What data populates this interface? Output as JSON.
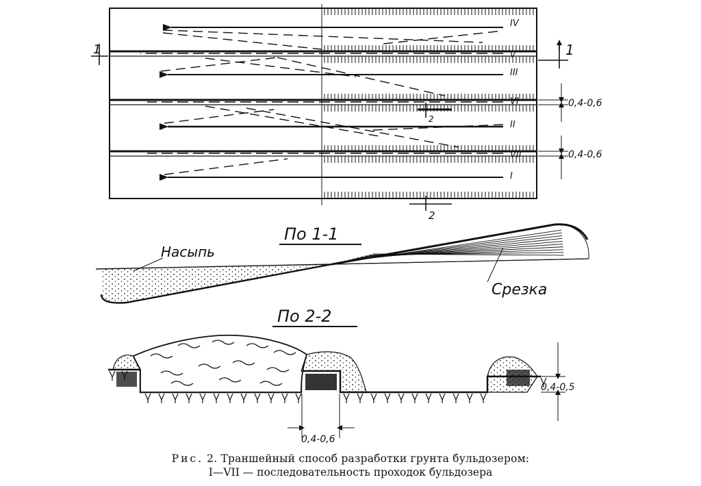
{
  "plan": {
    "section_marks": {
      "s1_left": "1",
      "s1_right": "1",
      "s2_mid": "2",
      "s2_bottom": "2"
    },
    "passes": {
      "iv": "IV",
      "v": "V",
      "iii": "III",
      "vi": "VI",
      "ii": "II",
      "vii": "VII",
      "i": "I"
    },
    "dim_upper": "0,4-0,6",
    "dim_lower": "0,4-0,6"
  },
  "section_1": {
    "title": "По 1-1",
    "fill_label": "Насыпь",
    "cut_label": "Срезка"
  },
  "section_2": {
    "title": "По 2-2",
    "dim_width": "0,4-0,6",
    "dim_height": "0,4-0,5"
  },
  "caption": {
    "line1_prefix": "Рис.",
    "line1_rest": " 2. Траншейный способ разработки грунта бульдозером:",
    "line2": "I—VII — последовательность проходок бульдозера"
  },
  "colors": {
    "ink": "#111111",
    "paper": "#ffffff"
  }
}
